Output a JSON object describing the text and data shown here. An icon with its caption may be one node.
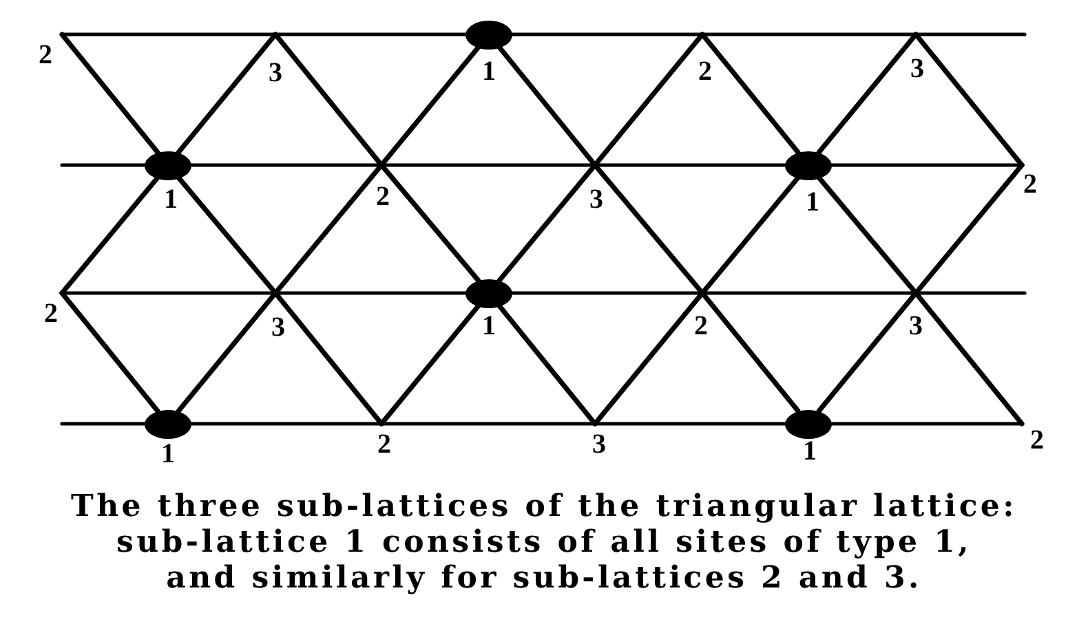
{
  "diagram": {
    "caption": "The three sub-lattices of the triangular lattice: sub-lattice 1 consists of all sites of type 1, and similarly for sub-lattices 2 and 3.",
    "nodes": [
      {
        "text": [
          "2"
        ]
      },
      {
        "text": [
          "3"
        ]
      },
      {
        "text": [
          "1"
        ]
      },
      {
        "text": [
          "2"
        ]
      },
      {
        "text": [
          "3"
        ]
      },
      {
        "text": [
          "1"
        ]
      },
      {
        "text": [
          "2"
        ]
      },
      {
        "text": [
          "3"
        ]
      },
      {
        "text": [
          "1"
        ]
      },
      {
        "text": [
          "2"
        ]
      },
      {
        "text": [
          "2"
        ]
      },
      {
        "text": [
          "3"
        ]
      },
      {
        "text": [
          "1"
        ]
      },
      {
        "text": [
          "2"
        ]
      },
      {
        "text": [
          "3"
        ]
      },
      {
        "text": [
          "1"
        ]
      },
      {
        "text": [
          "2"
        ]
      },
      {
        "text": [
          "3"
        ]
      },
      {
        "text": [
          "1"
        ]
      },
      {
        "text": [
          "2"
        ]
      }
    ],
    "edges": [
      {
        "from": 0,
        "to": 1,
        "arrow": "none"
      },
      {
        "from": 1,
        "to": 2,
        "arrow": "none"
      },
      {
        "from": 2,
        "to": 3,
        "arrow": "none"
      },
      {
        "from": 3,
        "to": 4,
        "arrow": "none"
      },
      {
        "from": 4,
        "to": null,
        "arrow": "none"
      },
      {
        "from": 0,
        "to": 5,
        "arrow": "none"
      },
      {
        "from": 1,
        "to": 5,
        "arrow": "none"
      },
      {
        "from": 1,
        "to": 6,
        "arrow": "none"
      },
      {
        "from": 2,
        "to": 6,
        "arrow": "none"
      },
      {
        "from": 2,
        "to": 7,
        "arrow": "none"
      },
      {
        "from": 3,
        "to": 7,
        "arrow": "none"
      },
      {
        "from": 3,
        "to": 8,
        "arrow": "none"
      },
      {
        "from": 4,
        "to": 8,
        "arrow": "none"
      },
      {
        "from": 4,
        "to": 9,
        "arrow": "none"
      },
      {
        "from": null,
        "to": 5,
        "arrow": "none"
      },
      {
        "from": 5,
        "to": 6,
        "arrow": "none"
      },
      {
        "from": 6,
        "to": 7,
        "arrow": "none"
      },
      {
        "from": 7,
        "to": 8,
        "arrow": "none"
      },
      {
        "from": 8,
        "to": 9,
        "arrow": "none"
      },
      {
        "from": 5,
        "to": 10,
        "arrow": "none"
      },
      {
        "from": 5,
        "to": 11,
        "arrow": "none"
      },
      {
        "from": 6,
        "to": 11,
        "arrow": "none"
      },
      {
        "from": 6,
        "to": 12,
        "arrow": "none"
      },
      {
        "from": 7,
        "to": 12,
        "arrow": "none"
      },
      {
        "from": 7,
        "to": 13,
        "arrow": "none"
      },
      {
        "from": 8,
        "to": 13,
        "arrow": "none"
      },
      {
        "from": 8,
        "to": 14,
        "arrow": "none"
      },
      {
        "from": 9,
        "to": 14,
        "arrow": "none"
      },
      {
        "from": 10,
        "to": 11,
        "arrow": "none"
      },
      {
        "from": 11,
        "to": 12,
        "arrow": "none"
      },
      {
        "from": 12,
        "to": 13,
        "arrow": "none"
      },
      {
        "from": 13,
        "to": 14,
        "arrow": "none"
      },
      {
        "from": 14,
        "to": null,
        "arrow": "none"
      },
      {
        "from": 10,
        "to": 15,
        "arrow": "none"
      },
      {
        "from": 11,
        "to": 15,
        "arrow": "none"
      },
      {
        "from": 11,
        "to": 16,
        "arrow": "none"
      },
      {
        "from": 12,
        "to": 16,
        "arrow": "none"
      },
      {
        "from": 12,
        "to": 17,
        "arrow": "none"
      },
      {
        "from": 13,
        "to": 17,
        "arrow": "none"
      },
      {
        "from": 13,
        "to": 18,
        "arrow": "none"
      },
      {
        "from": 14,
        "to": 18,
        "arrow": "none"
      },
      {
        "from": 14,
        "to": 19,
        "arrow": "none"
      },
      {
        "from": null,
        "to": 15,
        "arrow": "none"
      },
      {
        "from": 15,
        "to": 16,
        "arrow": "none"
      },
      {
        "from": 16,
        "to": 17,
        "arrow": "none"
      },
      {
        "from": 17,
        "to": 18,
        "arrow": "none"
      },
      {
        "from": 18,
        "to": 19,
        "arrow": "none"
      }
    ]
  }
}
